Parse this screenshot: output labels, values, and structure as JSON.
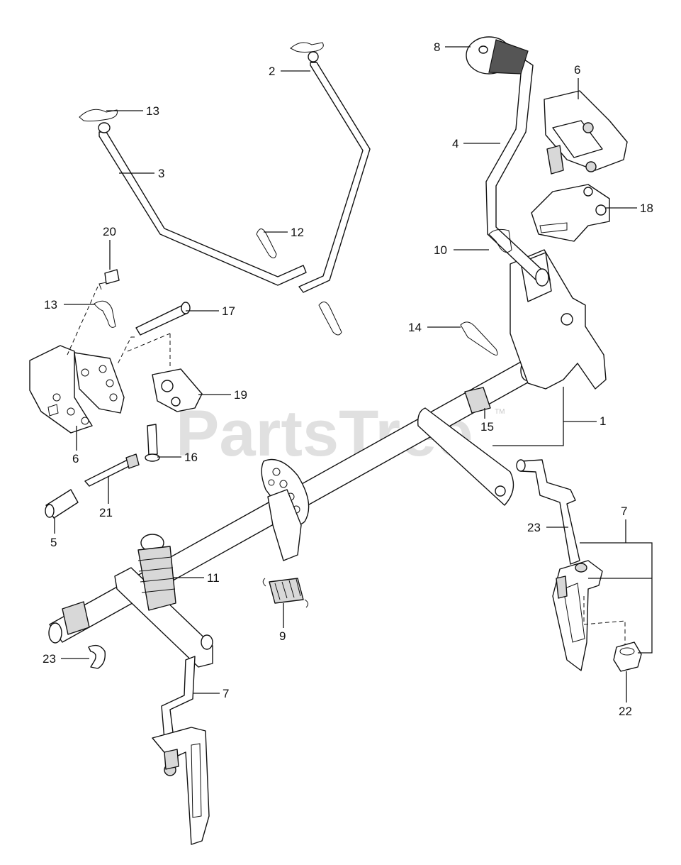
{
  "watermark": {
    "text": "PartsTree",
    "trademark": "TM"
  },
  "callouts": [
    "1",
    "2",
    "3",
    "4",
    "5",
    "6",
    "6",
    "7",
    "7",
    "8",
    "9",
    "10",
    "11",
    "12",
    "13",
    "13",
    "14",
    "15",
    "16",
    "17",
    "18",
    "19",
    "20",
    "21",
    "22",
    "23",
    "23"
  ]
}
